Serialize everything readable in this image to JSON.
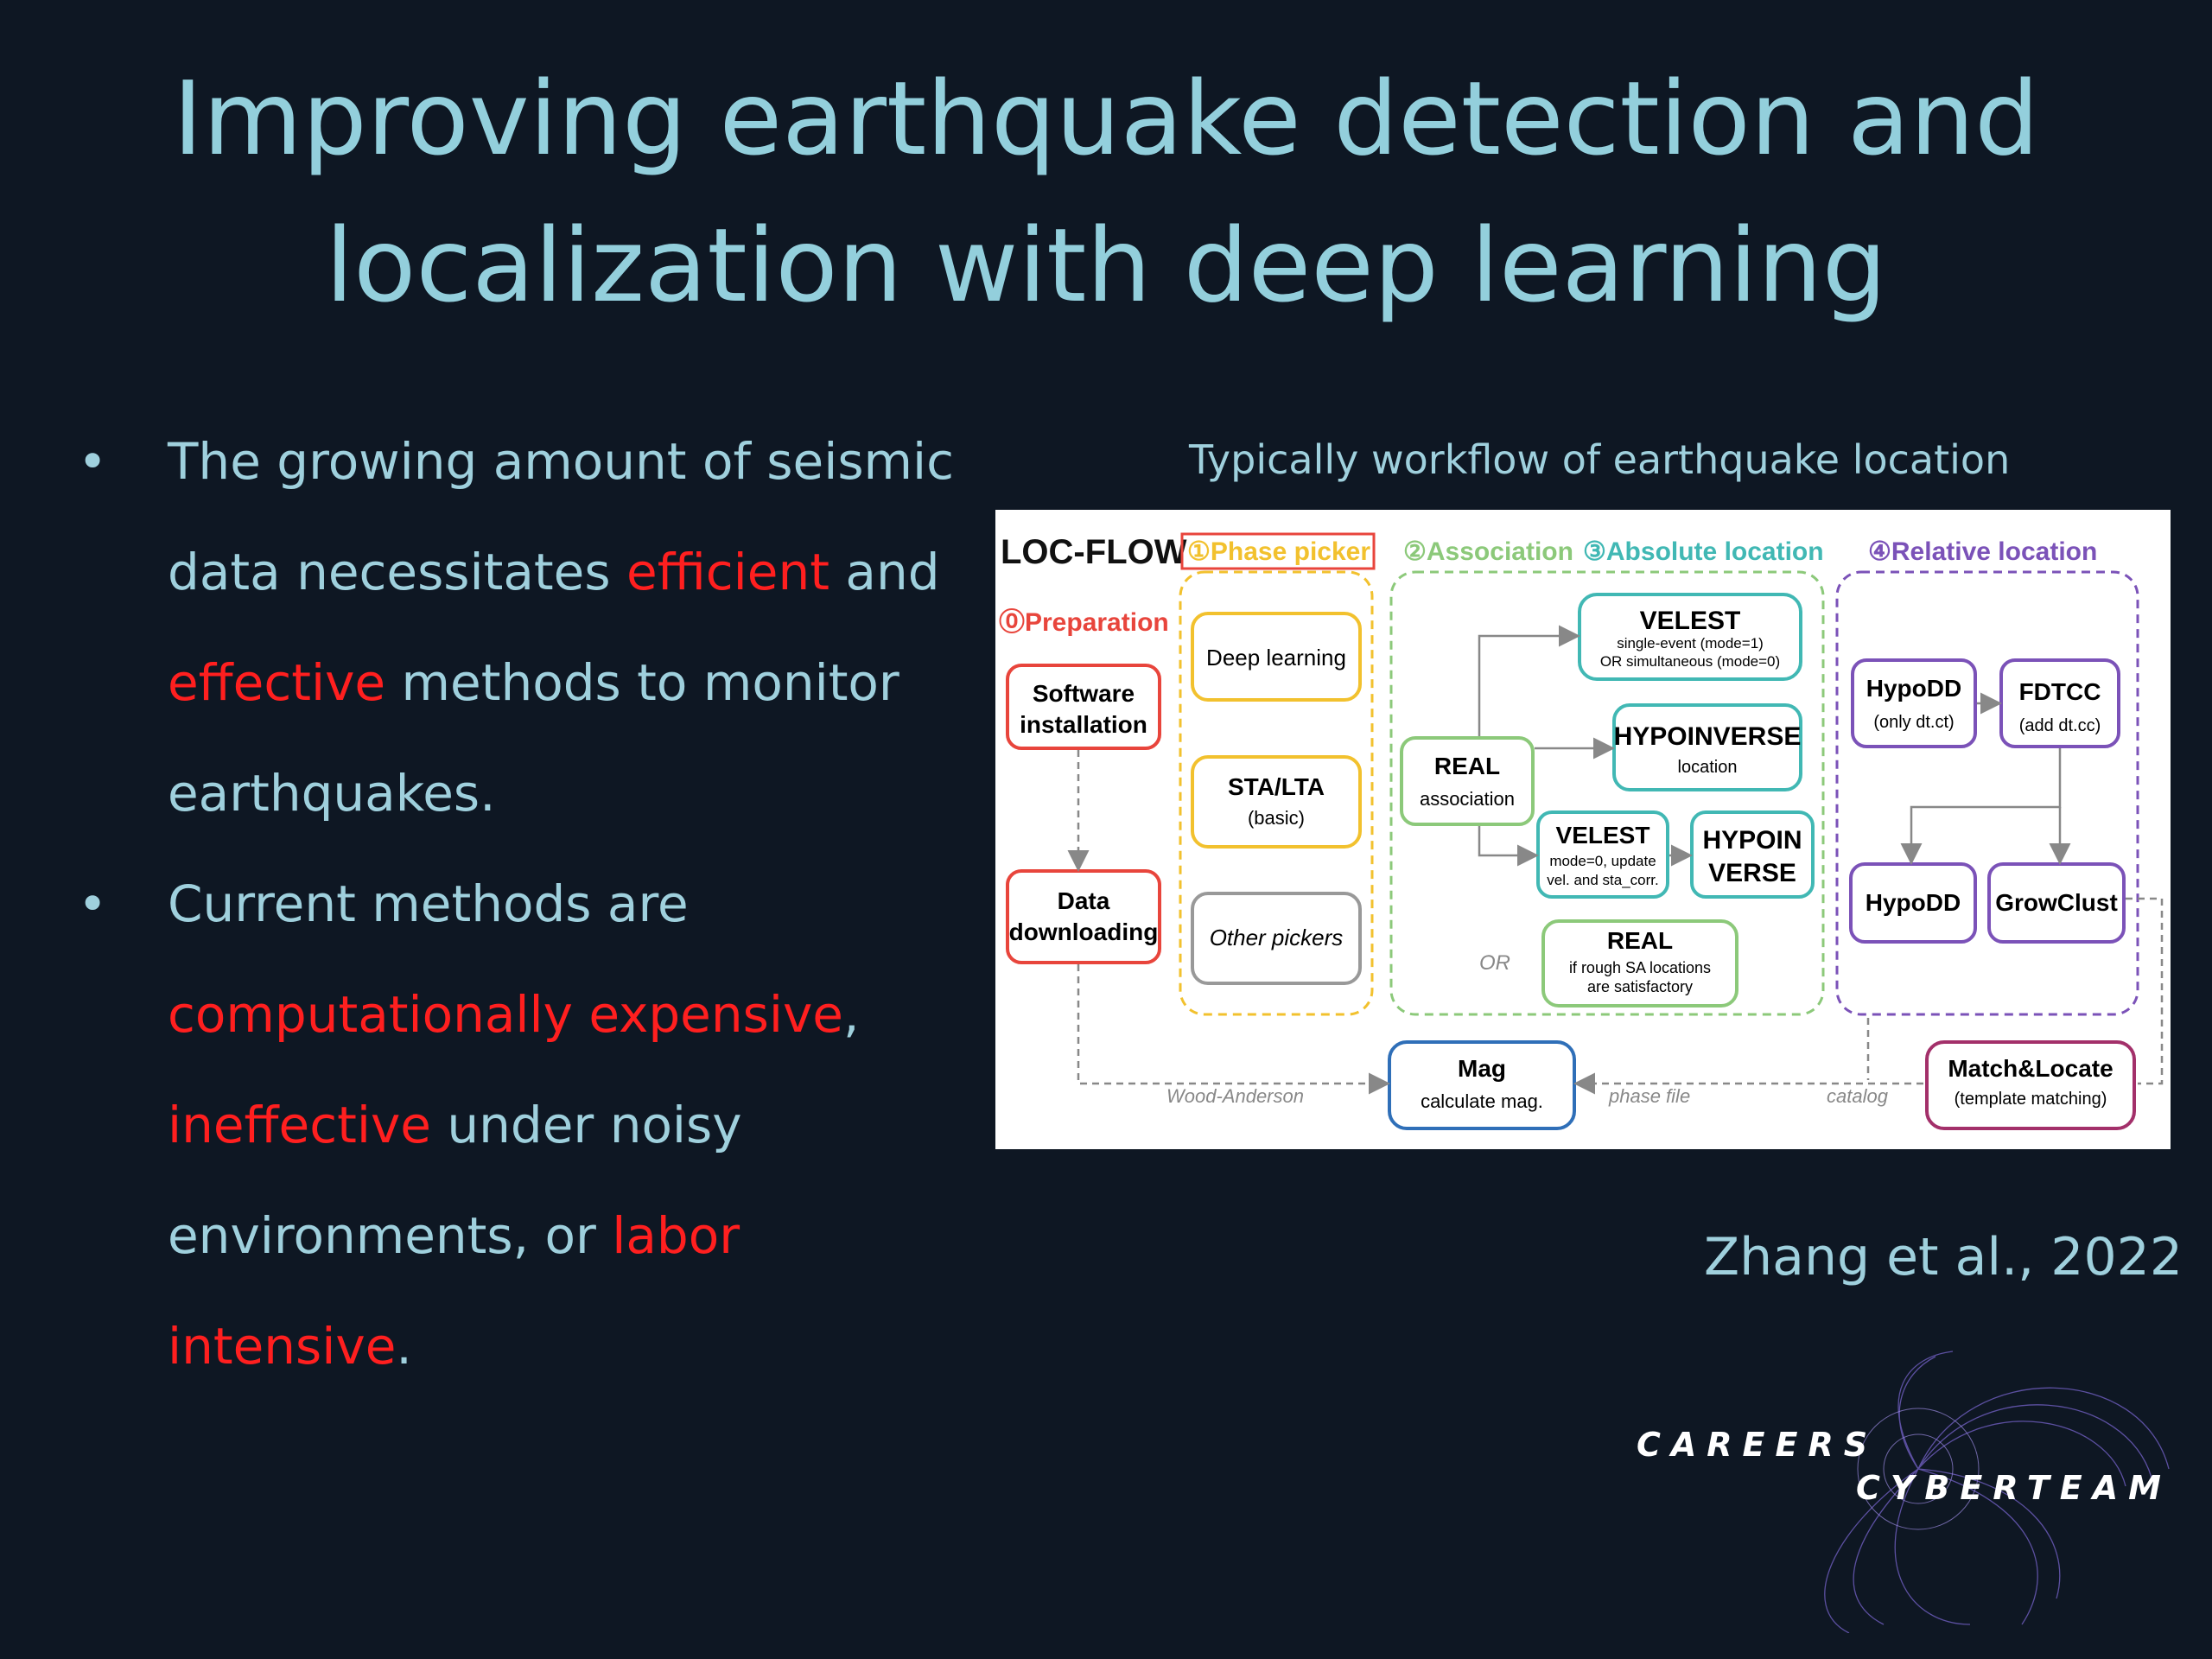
{
  "title": {
    "line1": "Improving earthquake detection and",
    "line2": "localization with deep learning"
  },
  "bullets": [
    {
      "marker": "•",
      "line1": "The growing amount of seismic",
      "line2a": "data necessitates ",
      "line2b": "efficient",
      "line2c": " and",
      "line3a": "effective",
      "line3b": " methods to monitor",
      "line4": "earthquakes."
    },
    {
      "marker": "•",
      "line1": "Current methods are",
      "line2a": "computationally expensive",
      "line2b": ",",
      "line3a": "ineffective",
      "line3b": " under noisy",
      "line4a": "environments, or ",
      "line4b": "labor",
      "line5a": "intensive",
      "line5b": "."
    }
  ],
  "figure": {
    "caption": "Typically workflow of earthquake location",
    "brand": "LOC-FLOW",
    "sections": {
      "preparation": "⓪Preparation",
      "phase_picker": "①Phase picker",
      "association": "②Association",
      "absolute": "③Absolute location",
      "relative": "④Relative location"
    },
    "boxes": {
      "software_1": "Software",
      "software_2": "installation",
      "data_1": "Data",
      "data_2": "downloading",
      "deep_learning": "Deep learning",
      "stalta_1": "STA/LTA",
      "stalta_2": "(basic)",
      "other_pickers": "Other pickers",
      "real_1": "REAL",
      "real_2": "association",
      "velest_a_1": "VELEST",
      "velest_a_2": "single-event (mode=1)",
      "velest_a_3": "OR simultaneous (mode=0)",
      "hypoinverse_1": "HYPOINVERSE",
      "hypoinverse_2": "location",
      "velest_b_1": "VELEST",
      "velest_b_2": "mode=0, update",
      "velest_b_3": "vel. and sta_corr.",
      "hypoin_1": "HYPOIN",
      "hypoin_2": "VERSE",
      "or_label": "OR",
      "real_b_1": "REAL",
      "real_b_2": "if rough SA locations",
      "real_b_3": "are satisfactory",
      "hypodd_a_1": "HypoDD",
      "hypodd_a_2": "(only dt.ct)",
      "fdtcc_1": "FDTCC",
      "fdtcc_2": "(add dt.cc)",
      "hypodd_b": "HypoDD",
      "growclust": "GrowClust",
      "mag_1": "Mag",
      "mag_2": "calculate mag.",
      "match_1": "Match&Locate",
      "match_2": "(template matching)",
      "wood_anderson": "Wood-Anderson",
      "phase_file": "phase file",
      "catalog": "catalog"
    }
  },
  "citation": "Zhang et al., 2022",
  "logo": {
    "line1": "CAREERS",
    "line2": "CYBERTEAM"
  },
  "colors": {
    "background": "#0e1723",
    "text": "#9fd0dd",
    "accent_red": "#ff1f1f",
    "prep": "#e8453c",
    "picker": "#f2c12e",
    "assoc": "#8cc97a",
    "absolute": "#41b8b4",
    "relative": "#7b52b8",
    "mag": "#2f6fb8",
    "match": "#a3306a"
  }
}
